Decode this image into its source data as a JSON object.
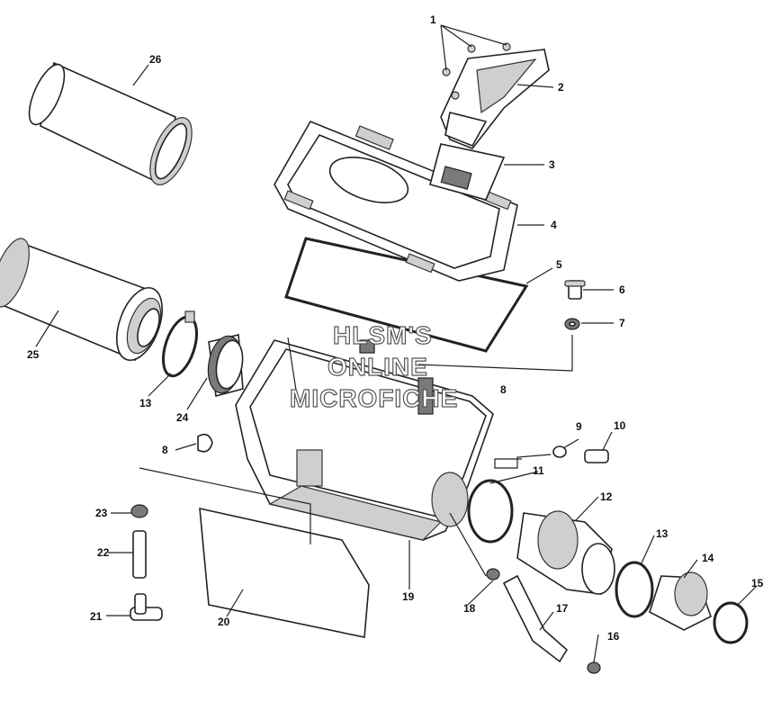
{
  "watermark": {
    "lines": [
      "HLSM'S",
      "ONLINE",
      "MICROFICHE"
    ]
  },
  "callouts": [
    {
      "id": "c1",
      "label": "1"
    },
    {
      "id": "c2",
      "label": "2"
    },
    {
      "id": "c3",
      "label": "3"
    },
    {
      "id": "c4",
      "label": "4"
    },
    {
      "id": "c5",
      "label": "5"
    },
    {
      "id": "c6",
      "label": "6"
    },
    {
      "id": "c7",
      "label": "7"
    },
    {
      "id": "c8a",
      "label": "8"
    },
    {
      "id": "c8b",
      "label": "8"
    },
    {
      "id": "c9",
      "label": "9"
    },
    {
      "id": "c10",
      "label": "10"
    },
    {
      "id": "c11",
      "label": "11"
    },
    {
      "id": "c12",
      "label": "12"
    },
    {
      "id": "c13a",
      "label": "13"
    },
    {
      "id": "c13b",
      "label": "13"
    },
    {
      "id": "c14",
      "label": "14"
    },
    {
      "id": "c15",
      "label": "15"
    },
    {
      "id": "c16",
      "label": "16"
    },
    {
      "id": "c17",
      "label": "17"
    },
    {
      "id": "c18",
      "label": "18"
    },
    {
      "id": "c19",
      "label": "19"
    },
    {
      "id": "c20",
      "label": "20"
    },
    {
      "id": "c21",
      "label": "21"
    },
    {
      "id": "c22",
      "label": "22"
    },
    {
      "id": "c23",
      "label": "23"
    },
    {
      "id": "c24",
      "label": "24"
    },
    {
      "id": "c25",
      "label": "25"
    },
    {
      "id": "c26",
      "label": "26"
    }
  ]
}
